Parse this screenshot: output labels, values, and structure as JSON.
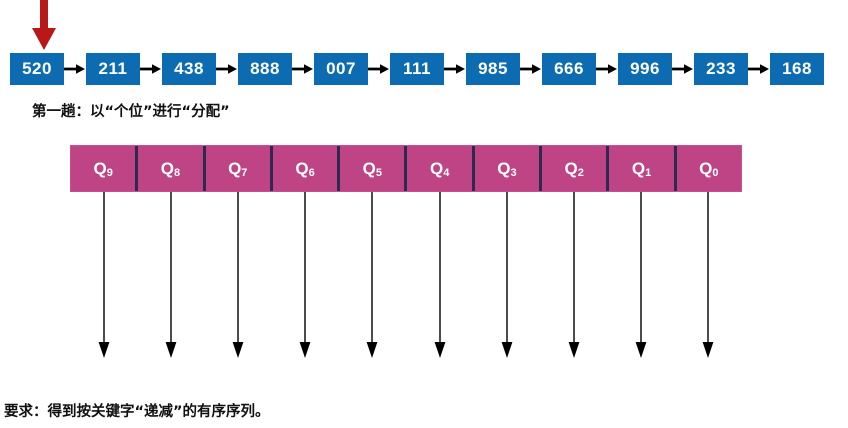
{
  "colors": {
    "node_blue": "#0d6cb1",
    "queue_magenta": "#bf4485",
    "queue_divider": "#2c2a4e",
    "pointer_red": "#b81818",
    "arrow_black": "#000000",
    "text_white": "#ffffff",
    "text_dark": "#111111",
    "background": "#ffffff"
  },
  "pointer": {
    "name": "red-down-arrow",
    "target_node_index": 0
  },
  "list": {
    "name": "input-linked-list",
    "link_icon": "right-arrow-icon",
    "nodes": [
      {
        "value": "520"
      },
      {
        "value": "211"
      },
      {
        "value": "438"
      },
      {
        "value": "888"
      },
      {
        "value": "007"
      },
      {
        "value": "111"
      },
      {
        "value": "985"
      },
      {
        "value": "666"
      },
      {
        "value": "996"
      },
      {
        "value": "233"
      },
      {
        "value": "168"
      }
    ]
  },
  "captions": {
    "pass": "第一趟：以“个位”进行“分配”",
    "requirement": "要求：得到按关键字“递减”的有序序列。"
  },
  "queue": {
    "name": "bucket-queue-row",
    "cells": [
      {
        "label": "Q",
        "subscript": "9"
      },
      {
        "label": "Q",
        "subscript": "8"
      },
      {
        "label": "Q",
        "subscript": "7"
      },
      {
        "label": "Q",
        "subscript": "6"
      },
      {
        "label": "Q",
        "subscript": "5"
      },
      {
        "label": "Q",
        "subscript": "4"
      },
      {
        "label": "Q",
        "subscript": "3"
      },
      {
        "label": "Q",
        "subscript": "2"
      },
      {
        "label": "Q",
        "subscript": "1"
      },
      {
        "label": "Q",
        "subscript": "0"
      }
    ]
  },
  "down_arrows": {
    "name": "queue-down-arrows",
    "count": 10,
    "icon": "down-arrow-icon"
  }
}
